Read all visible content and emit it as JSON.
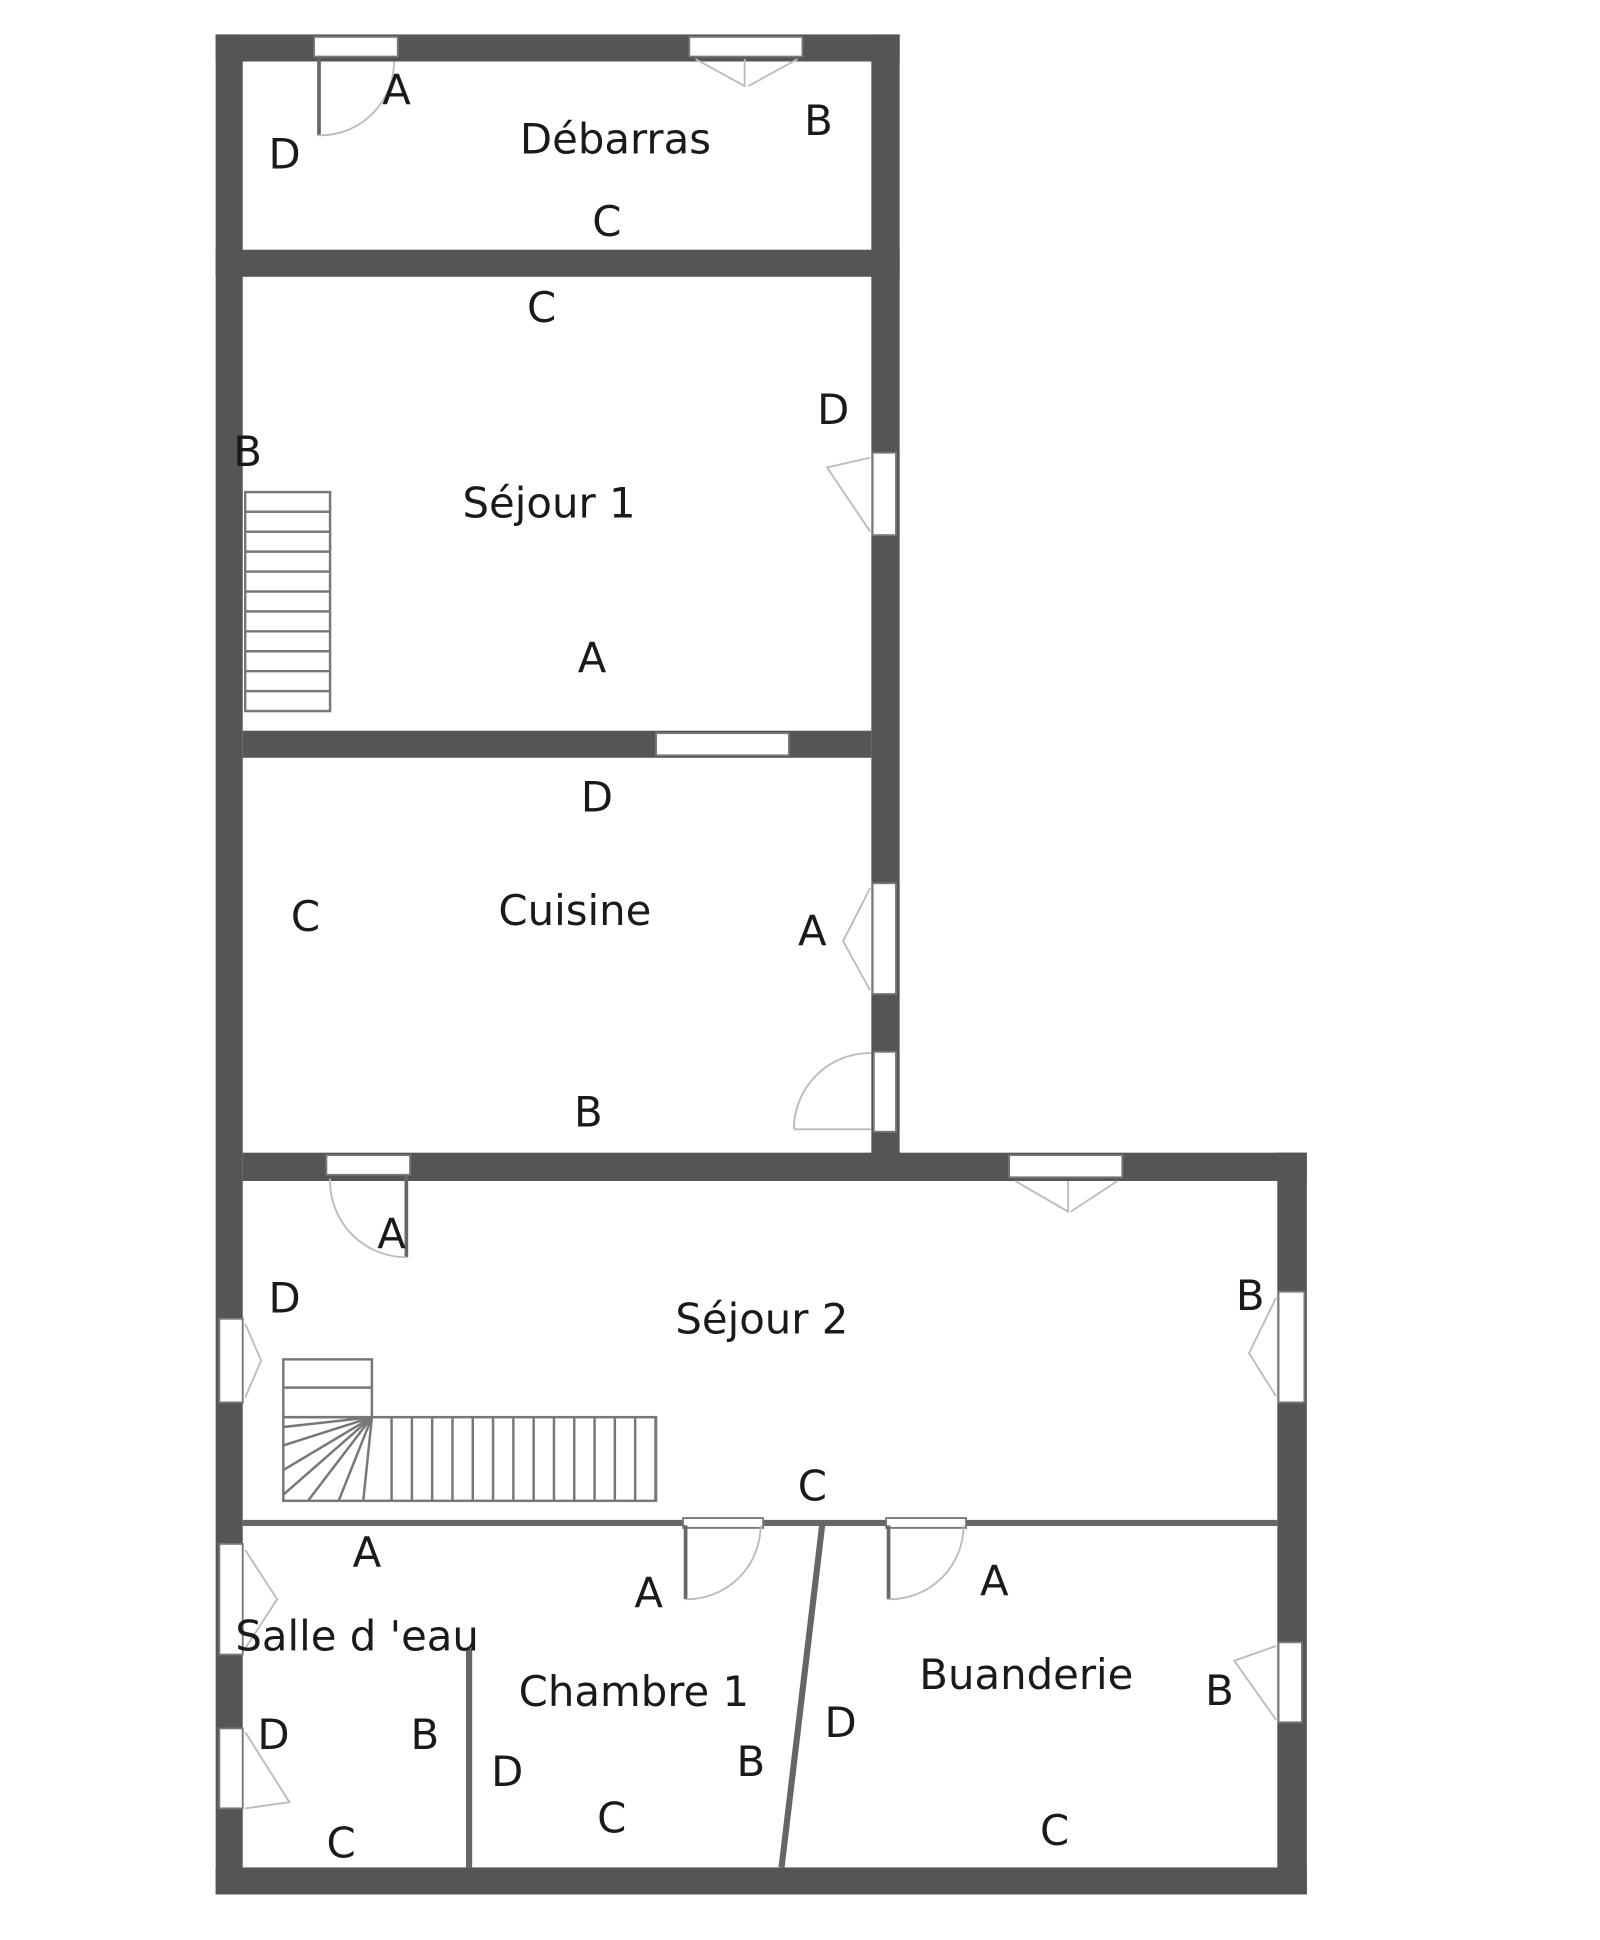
{
  "plan": {
    "rooms": {
      "debarras": {
        "name": "Débarras",
        "walls": {
          "A": "A",
          "B": "B",
          "C": "C",
          "D": "D"
        }
      },
      "sejour1": {
        "name": "Séjour 1",
        "walls": {
          "A": "A",
          "B": "B",
          "C": "C",
          "D": "D"
        }
      },
      "cuisine": {
        "name": "Cuisine",
        "walls": {
          "A": "A",
          "B": "B",
          "C": "C",
          "D": "D"
        }
      },
      "sejour2": {
        "name": "Séjour 2",
        "walls": {
          "A": "A",
          "B": "B",
          "C": "C",
          "D": "D"
        }
      },
      "salle_eau": {
        "name": "Salle d 'eau",
        "walls": {
          "A": "A",
          "B": "B",
          "C": "C",
          "D": "D"
        }
      },
      "chambre1": {
        "name": "Chambre 1",
        "walls": {
          "A": "A",
          "B": "B",
          "C": "C",
          "D": "D"
        }
      },
      "buanderie": {
        "name": "Buanderie",
        "walls": {
          "A": "A",
          "B": "B",
          "C": "C",
          "D": "D"
        }
      }
    },
    "colors": {
      "wall": "#555555",
      "text": "#1a1a1a"
    }
  }
}
